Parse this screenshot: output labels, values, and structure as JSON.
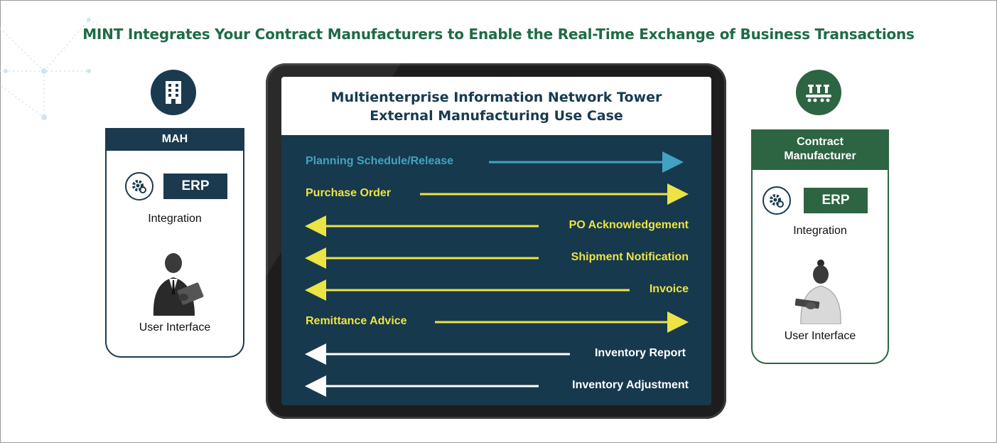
{
  "title": "MINT Integrates Your Contract Manufacturers to Enable the Real-Time Exchange of Business Transactions",
  "left_party": {
    "header": "MAH",
    "icon": "building-icon",
    "erp_label": "ERP",
    "integration_label": "Integration",
    "user_interface_label": "User Interface"
  },
  "right_party": {
    "header_line1": "Contract",
    "header_line2": "Manufacturer",
    "icon": "factory-conveyor-icon",
    "erp_label": "ERP",
    "integration_label": "Integration",
    "user_interface_label": "User Interface"
  },
  "tablet": {
    "heading_line1": "Multienterprise Information Network Tower",
    "heading_line2": "External Manufacturing Use Case"
  },
  "flows": [
    {
      "label": "Planning Schedule/Release",
      "direction": "right",
      "color": "#41a3c1"
    },
    {
      "label": "Purchase Order",
      "direction": "right",
      "color": "#ece344"
    },
    {
      "label": "PO Acknowledgement",
      "direction": "left",
      "color": "#ece344"
    },
    {
      "label": "Shipment Notification",
      "direction": "left",
      "color": "#ece344"
    },
    {
      "label": "Invoice",
      "direction": "left",
      "color": "#ece344"
    },
    {
      "label": "Remittance Advice",
      "direction": "right",
      "color": "#ece344"
    },
    {
      "label": "Inventory Report",
      "direction": "left",
      "color": "#ffffff"
    },
    {
      "label": "Inventory Adjustment",
      "direction": "left",
      "color": "#ffffff"
    }
  ],
  "colors": {
    "title_green": "#1f6b45",
    "navy": "#1c3a4f",
    "green": "#2d6442",
    "screen": "#17394d"
  }
}
